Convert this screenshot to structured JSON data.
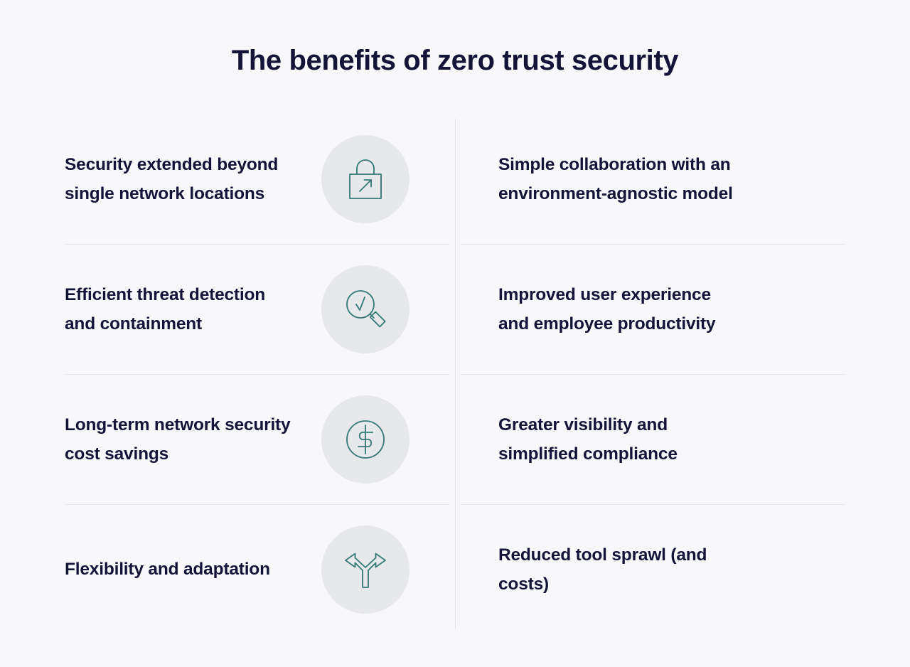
{
  "page": {
    "title": "The benefits of zero trust security",
    "background_color": "#f8f8fb",
    "text_color": "#131438",
    "icon_color": "#357b78",
    "icon_circle_color": "#e7e8ea",
    "divider_color": "#e4e4ea"
  },
  "benefits": [
    {
      "text": "Security extended beyond single network locations",
      "icon": "lock-arrow-icon",
      "column": "left",
      "row": 1
    },
    {
      "text": "Simple collaboration with an environment-agnostic model",
      "icon": "network-hub-icon",
      "column": "right",
      "row": 1
    },
    {
      "text": "Efficient threat detection and containment",
      "icon": "magnifier-check-icon",
      "column": "left",
      "row": 2
    },
    {
      "text": "Improved user experience and employee productivity",
      "icon": "user-refresh-icon",
      "column": "right",
      "row": 2
    },
    {
      "text": "Long-term network security cost savings",
      "icon": "dollar-coin-icon",
      "column": "left",
      "row": 3
    },
    {
      "text": "Greater visibility and simplified compliance",
      "icon": "clipboard-icon",
      "column": "right",
      "row": 3
    },
    {
      "text": "Flexibility and adaptation",
      "icon": "fork-arrows-icon",
      "column": "left",
      "row": 4
    },
    {
      "text": "Reduced tool sprawl (and costs)",
      "icon": "gear-download-icon",
      "column": "right",
      "row": 4
    }
  ]
}
